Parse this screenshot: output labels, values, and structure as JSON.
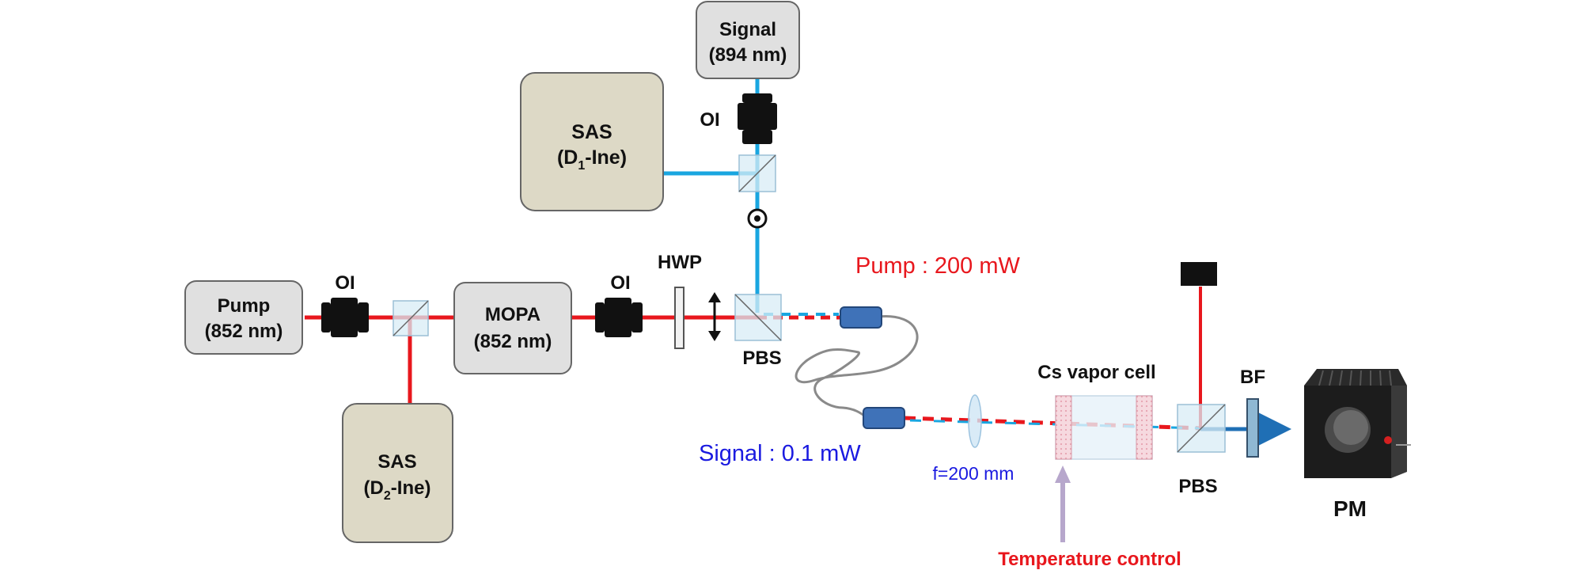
{
  "colors": {
    "pump_beam": "#e8171d",
    "signal_beam": "#1aa6e0",
    "output_arrow": "#1f6fb5",
    "box_grey": "#e0e0e0",
    "box_tan": "#ddd9c6",
    "pump_text": "#e8171d",
    "signal_text": "#1a1ae0",
    "temp_text": "#e8171d"
  },
  "boxes": {
    "signal": {
      "line1": "Signal",
      "line2": "(894 nm)"
    },
    "sas_d1": {
      "line1": "SAS",
      "line2_main": "(D",
      "line2_sub": "1",
      "line2_tail": "-Ine)"
    },
    "pump": {
      "line1": "Pump",
      "line2": "(852 nm)"
    },
    "mopa": {
      "line1": "MOPA",
      "line2": "(852 nm)"
    },
    "sas_d2": {
      "line1": "SAS",
      "line2_main": "(D",
      "line2_sub": "2",
      "line2_tail": "-Ine)"
    }
  },
  "labels": {
    "oi_signal": "OI",
    "oi_pump": "OI",
    "oi_mopa": "OI",
    "hwp": "HWP",
    "pbs_main": "PBS",
    "pbs_out": "PBS",
    "bf": "BF",
    "pm": "PM",
    "cs_cell": "Cs vapor cell",
    "lens_focal": "f=200 mm",
    "pump_power": "Pump : 200 mW",
    "signal_power": "Signal : 0.1 mW",
    "temperature": "Temperature control"
  }
}
